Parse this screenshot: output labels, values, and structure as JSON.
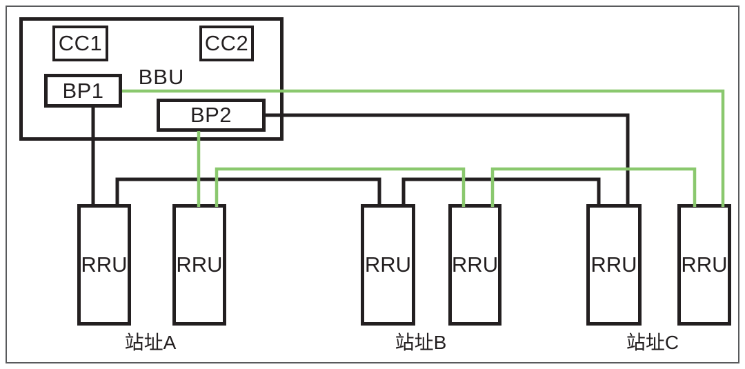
{
  "colors": {
    "wire_black": "#231f20",
    "wire_green": "#8AC86E",
    "frame": "#595a5c",
    "text": "#231f20",
    "background": "#ffffff"
  },
  "bbu": {
    "label": "BBU",
    "boards": [
      {
        "id": "cc1",
        "label": "CC1"
      },
      {
        "id": "cc2",
        "label": "CC2"
      },
      {
        "id": "bp1",
        "label": "BP1"
      },
      {
        "id": "bp2",
        "label": "BP2"
      }
    ]
  },
  "rrus": [
    {
      "label": "RRU"
    },
    {
      "label": "RRU"
    },
    {
      "label": "RRU"
    },
    {
      "label": "RRU"
    },
    {
      "label": "RRU"
    },
    {
      "label": "RRU"
    }
  ],
  "sites": [
    {
      "label": "站址A"
    },
    {
      "label": "站址B"
    },
    {
      "label": "站址C"
    }
  ],
  "links": [
    {
      "from": "BP1",
      "to": "RRU1",
      "color": "black"
    },
    {
      "from": "RRU1",
      "to": "RRU3",
      "color": "black"
    },
    {
      "from": "RRU3",
      "to": "RRU5",
      "color": "black"
    },
    {
      "from": "BP2",
      "to": "RRU5",
      "color": "black"
    },
    {
      "from": "BP2",
      "to": "RRU2",
      "color": "green"
    },
    {
      "from": "RRU2",
      "to": "RRU4",
      "color": "green"
    },
    {
      "from": "RRU4",
      "to": "RRU6",
      "color": "green"
    },
    {
      "from": "BP1",
      "to": "RRU6",
      "color": "green"
    }
  ]
}
